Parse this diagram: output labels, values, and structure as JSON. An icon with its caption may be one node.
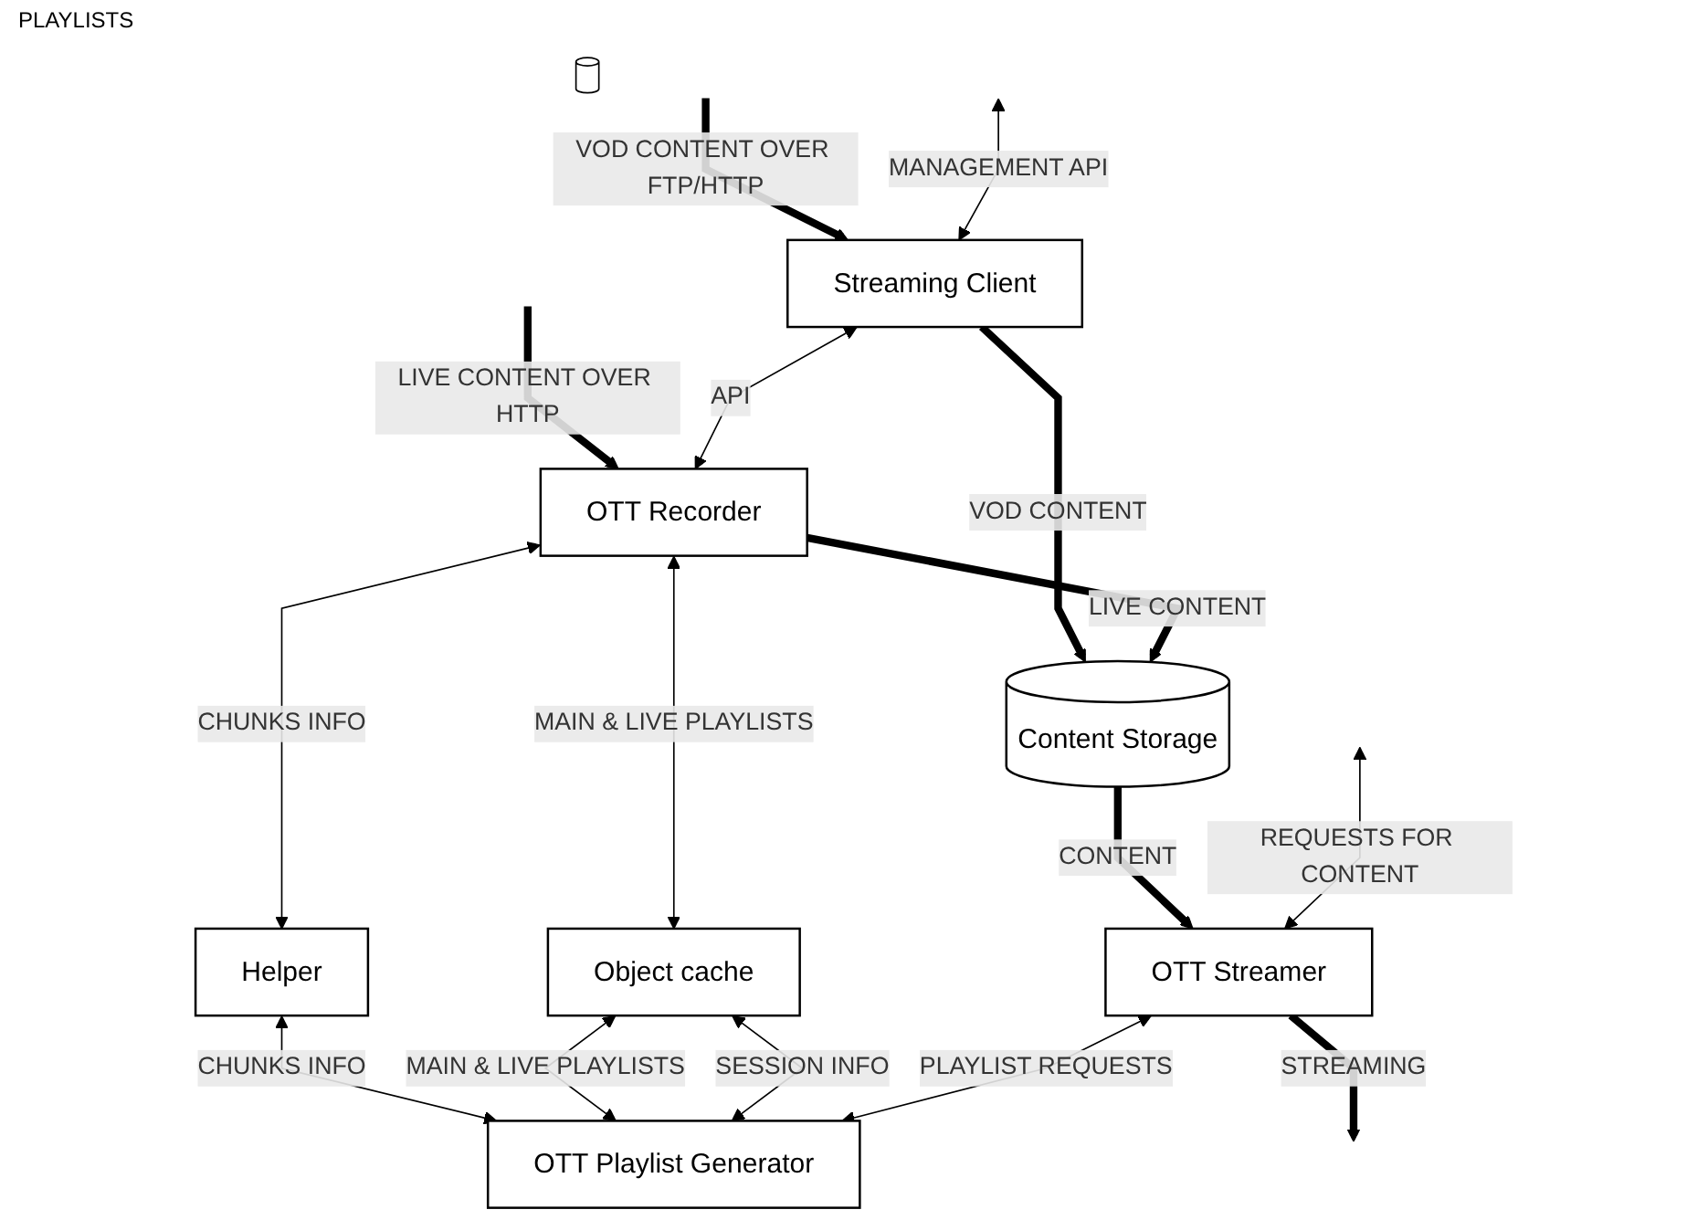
{
  "diagram": {
    "nodes": [
      {
        "text": [
          "Streaming Client"
        ]
      },
      {
        "text": [
          "OTT Recorder"
        ]
      },
      {
        "text": [
          "Content Storage"
        ]
      },
      {
        "text": [
          "Helper"
        ]
      },
      {
        "text": [],
        "shape": "cylinder"
      },
      {
        "text": [
          "Object cache"
        ]
      },
      {
        "text": [
          "OTT Streamer"
        ]
      },
      {
        "text": [
          "OTT Playlist Generator"
        ]
      }
    ],
    "edges": [
      {
        "from": null,
        "to": 0,
        "arrow": "to",
        "label": "VOD CONTENT OVER FTP/HTTP",
        "style": "thick"
      },
      {
        "from": null,
        "to": 1,
        "arrow": "to",
        "label": "LIVE CONTENT OVER HTTP",
        "style": "thick"
      },
      {
        "from": null,
        "to": 0,
        "arrow": "both",
        "label": "MANAGEMENT API"
      },
      {
        "from": 0,
        "to": 1,
        "arrow": "both",
        "label": "API"
      },
      {
        "from": 0,
        "to": 2,
        "arrow": "to",
        "label": "VOD CONTENT",
        "style": "thick"
      },
      {
        "from": 1,
        "to": 2,
        "arrow": "to",
        "label": "LIVE CONTENT",
        "style": "thick"
      },
      {
        "from": 1,
        "to": 3,
        "arrow": "both",
        "label": "CHUNKS INFO"
      },
      {
        "from": 1,
        "to": 5,
        "arrow": "both",
        "label": "MAIN & LIVE PLAYLISTS"
      },
      {
        "from": 2,
        "to": 6,
        "arrow": "to",
        "label": "CONTENT",
        "style": "thick"
      },
      {
        "from": 3,
        "to": 7,
        "arrow": "both",
        "label": "CHUNKS INFO"
      },
      {
        "from": 5,
        "to": 7,
        "arrow": "both",
        "label": "MAIN & LIVE PLAYLISTS"
      },
      {
        "from": 5,
        "to": 7,
        "arrow": "both",
        "label": "SESSION INFO"
      },
      {
        "from": null,
        "to": 6,
        "arrow": "both",
        "label": "REQUESTS FOR CONTENT"
      },
      {
        "from": 6,
        "to": 7,
        "arrow": "both",
        "label": "PLAYLIST REQUESTS"
      },
      {
        "from": 6,
        "to": null,
        "arrow": "to",
        "label": "STREAMING",
        "style": "thick"
      }
    ],
    "labels": [
      "PLAYLISTS"
    ]
  }
}
